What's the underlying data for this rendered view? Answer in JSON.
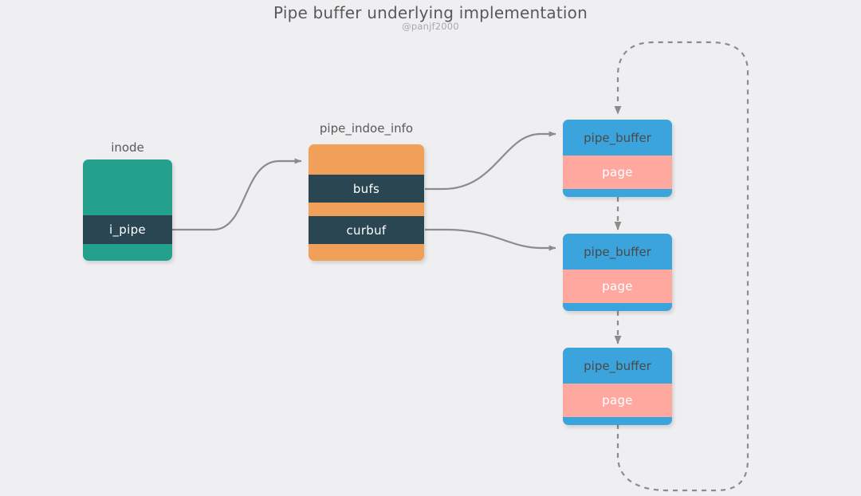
{
  "header": {
    "title": "Pipe buffer underlying implementation",
    "subtitle": "@panjf2000"
  },
  "colors": {
    "background": "#efeff1",
    "inode_fill": "#23a18e",
    "field_band": "#2b4653",
    "pipe_info_fill": "#f0a059",
    "pipe_buffer_fill": "#3ba4dc",
    "page_fill": "#ffa8a0",
    "connector": "#8c8c8c",
    "title_text": "#595959"
  },
  "nodes": {
    "inode": {
      "label": "inode",
      "fields": [
        "i_pipe"
      ]
    },
    "pipe_inode_info": {
      "label": "pipe_indoe_info",
      "fields": [
        "bufs",
        "curbuf"
      ]
    },
    "pipe_buffers": [
      {
        "title": "pipe_buffer",
        "field": "page"
      },
      {
        "title": "pipe_buffer",
        "field": "page"
      },
      {
        "title": "pipe_buffer",
        "field": "page"
      }
    ]
  },
  "edges": [
    {
      "name": "inode-i_pipe-to-pipe_inode_info",
      "style": "solid",
      "from": "i_pipe",
      "to": "pipe_indoe_info"
    },
    {
      "name": "bufs-to-pipe_buffer-1",
      "style": "solid",
      "from": "bufs",
      "to": "pipe_buffer_1"
    },
    {
      "name": "curbuf-to-pipe_buffer-2",
      "style": "solid",
      "from": "curbuf",
      "to": "pipe_buffer_2"
    },
    {
      "name": "pipe_buffer-1-to-2",
      "style": "dashed",
      "from": "pipe_buffer_1",
      "to": "pipe_buffer_2"
    },
    {
      "name": "pipe_buffer-2-to-3",
      "style": "dashed",
      "from": "pipe_buffer_2",
      "to": "pipe_buffer_3"
    },
    {
      "name": "pipe_buffer-3-wraparound-to-1",
      "style": "dashed",
      "from": "pipe_buffer_3",
      "to": "pipe_buffer_1"
    }
  ]
}
